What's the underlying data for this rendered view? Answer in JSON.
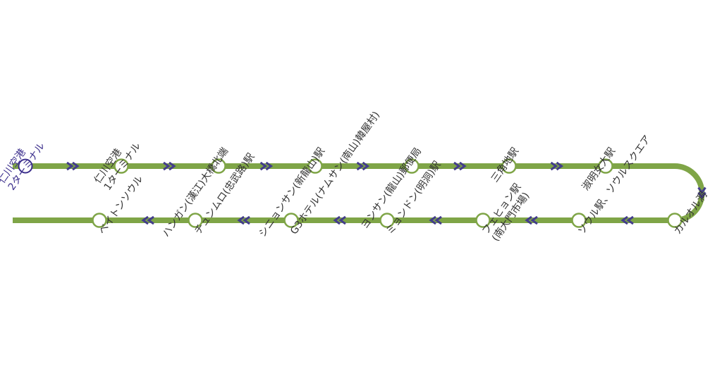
{
  "colors": {
    "line": "#7fa547",
    "arrow": "#433d8b",
    "station_fill": "#ffffff",
    "station_stroke": "#7fa547",
    "origin_stroke": "#3b2e8c",
    "origin_text": "#3b2e8c",
    "text": "#333333"
  },
  "direction_glyphs": {
    "right": "»",
    "left": "«"
  },
  "stations_top": [
    {
      "id": "incheon-airport-t2",
      "line1": "仁川空港",
      "line2": "2ターミナル",
      "origin": true
    },
    {
      "id": "incheon-airport-t1",
      "line1": "仁川空港",
      "line2": "1ターミナル"
    },
    {
      "id": "hangang-bridge-north",
      "line1": "ハンガン(漢江)大橋北端",
      "line2": ""
    },
    {
      "id": "sinyongsan",
      "line1": "シニョンサン(新龍山)駅",
      "line2": ""
    },
    {
      "id": "yongsan-post-office",
      "line1": "ヨンサン(龍山)郵便局",
      "line2": ""
    },
    {
      "id": "samgakji",
      "line1": "三角地駅",
      "line2": ""
    },
    {
      "id": "sookmyung-univ",
      "line1": "淑明女大駅",
      "line2": ""
    }
  ],
  "stations_bottom": [
    {
      "id": "baekton-seoul",
      "line1": "ベイトンソウル",
      "line2": ""
    },
    {
      "id": "chungmuro",
      "line1": "チュンムロ(忠武路)駅",
      "line2": ""
    },
    {
      "id": "g3-hotel",
      "line1": "G3ホテル(ナムサン(南山)韓屋村)",
      "line2": ""
    },
    {
      "id": "myeongdong",
      "line1": "ミョンドン(明洞)駅",
      "line2": ""
    },
    {
      "id": "hoehyeon",
      "line1": "フェヒョン駅",
      "line2": "(南大門市場)"
    },
    {
      "id": "seoul-station",
      "line1": "ソウル駅、ソウルスクエア",
      "line2": ""
    },
    {
      "id": "galwol-dong",
      "line1": "カルオル洞",
      "line2": ""
    }
  ]
}
